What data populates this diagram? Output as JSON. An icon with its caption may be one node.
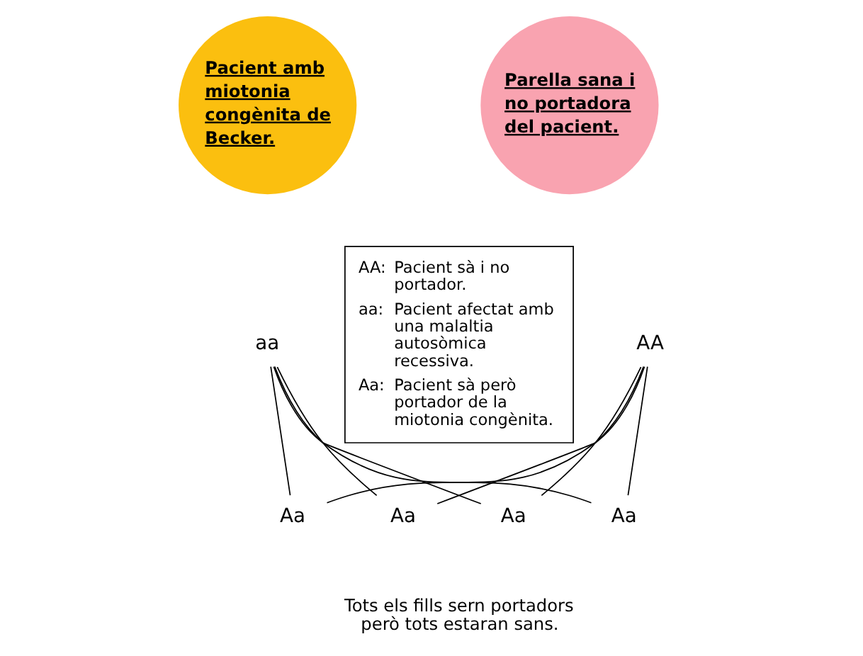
{
  "diagram": {
    "nodes": [
      {
        "text": [
          "Pacient amb miotonia congènita de Becker."
        ]
      },
      {
        "text": [
          "Parella sana i no portadora del pacient."
        ]
      },
      {
        "text": [
          "aa"
        ]
      },
      {
        "text": [
          "AA"
        ]
      },
      {
        "text": [
          "Aa"
        ]
      },
      {
        "text": [
          "Aa"
        ]
      },
      {
        "text": [
          "Aa"
        ]
      },
      {
        "text": [
          "Aa"
        ]
      },
      {
        "text": [
          "AA:",
          "Pacient sà i no portador.",
          "aa:",
          "Pacient afectat amb una malaltia autosòmica recessiva.",
          "Aa:",
          "Pacient sà però portador de la miotonia congènita."
        ]
      }
    ],
    "edges": [
      {
        "from": 2,
        "to": 4,
        "arrow": "none"
      },
      {
        "from": 2,
        "to": 5,
        "arrow": "none"
      },
      {
        "from": 2,
        "to": 6,
        "arrow": "none"
      },
      {
        "from": 2,
        "to": 7,
        "arrow": "none"
      },
      {
        "from": 3,
        "to": 4,
        "arrow": "none"
      },
      {
        "from": 3,
        "to": 5,
        "arrow": "none"
      },
      {
        "from": 3,
        "to": 6,
        "arrow": "none"
      },
      {
        "from": 3,
        "to": 7,
        "arrow": "none"
      }
    ],
    "labels": [
      "Tots els fills sern portadors però tots estaran sans."
    ]
  }
}
